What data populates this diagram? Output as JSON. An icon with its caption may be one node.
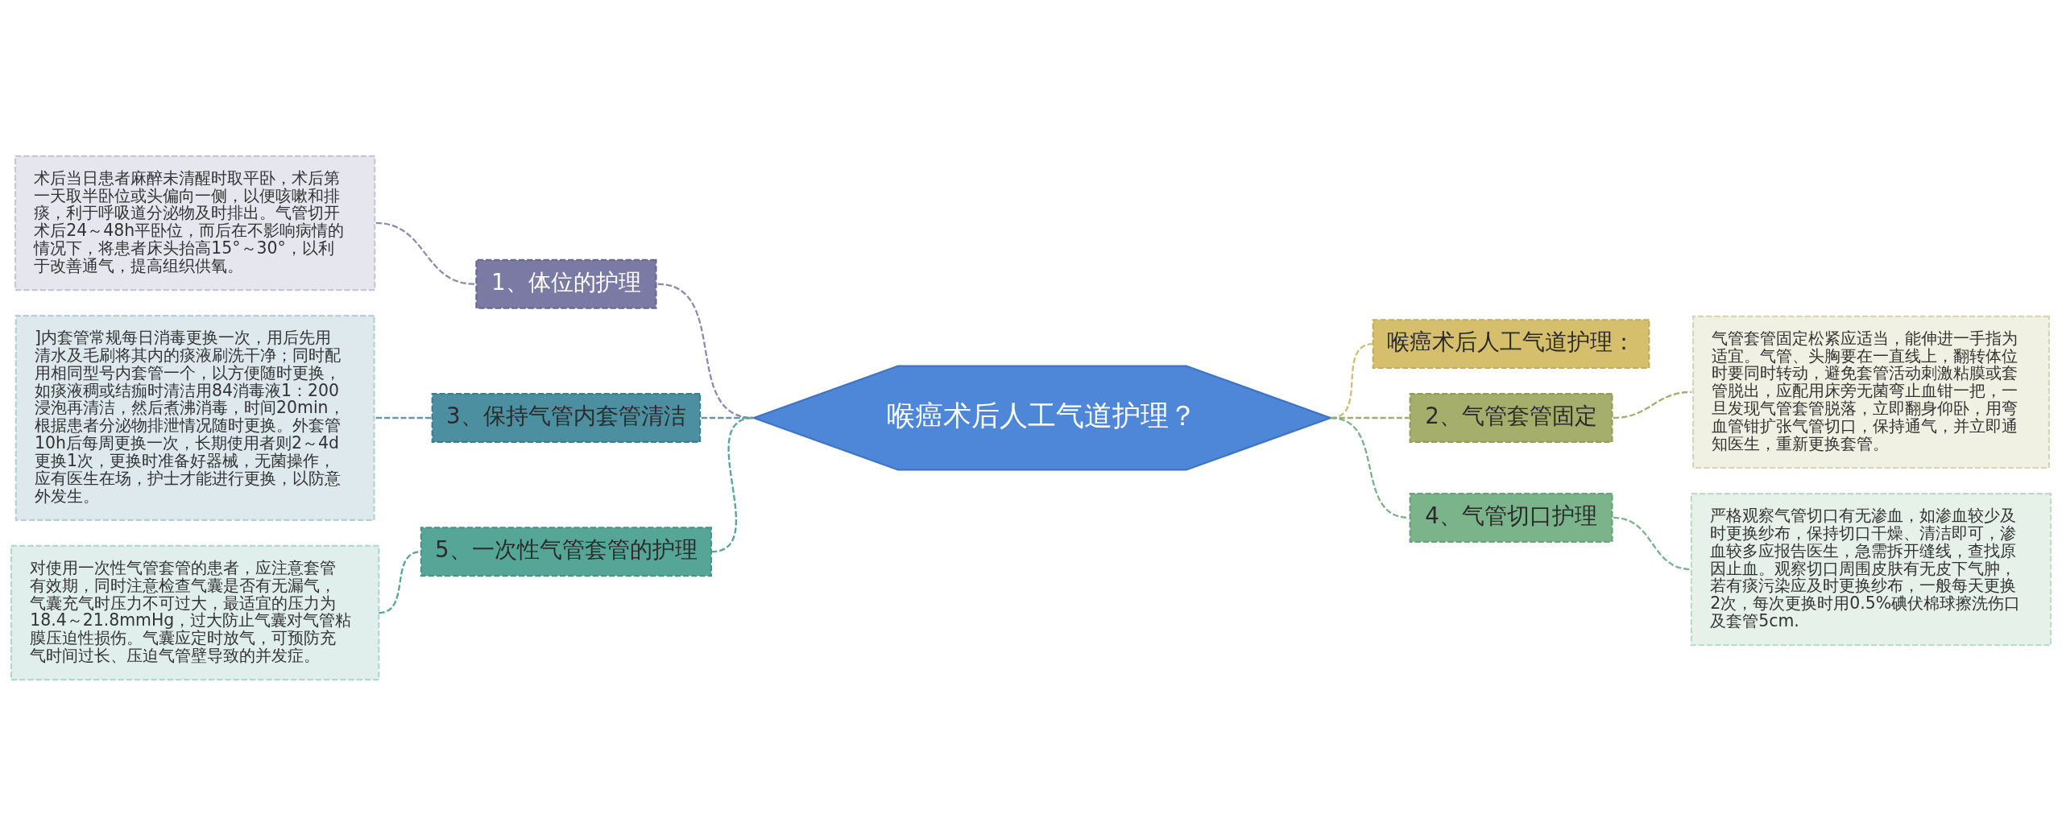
{
  "diagram": {
    "nodes": [
      {
        "text": [
          "喉癌术后人工气道护理？"
        ]
      },
      {
        "text": [
          "1、体位的护理"
        ]
      },
      {
        "text": [
          "术后当日患者麻醉未清醒时取平卧，术后第一天取半卧位或头偏向一侧，以便咳嗽和排痰，利于呼吸道分泌物及时排出。气管切开术后24～48h平卧位，而后在不影响病情的情况下，将患者床头抬高15°～30°，以利于改善通气，提高组织供氧。"
        ]
      },
      {
        "text": [
          "3、保持气管内套管清洁"
        ]
      },
      {
        "text": [
          "]内套管常规每日消毒更换一次，用后先用清水及毛刷将其内的痰液刷洗干净；同时配用相同型号内套管一个，以方便随时更换，如痰液稠或结痂时清洁用84消毒液1：200浸泡再清洁，然后煮沸消毒，时间20min，根据患者分泌物排泄情况随时更换。外套管10h后每周更换一次，长期使用者则2～4d更换1次，更换时准备好器械，无菌操作，应有医生在场，护士才能进行更换，以防意外发生。"
        ]
      },
      {
        "text": [
          "5、一次性气管套管的护理"
        ]
      },
      {
        "text": [
          "对使用一次性气管套管的患者，应注意套管有效期，同时注意检查气囊是否有无漏气，气囊充气时压力不可过大，最适宜的压力为18.4～21.8mmHg，过大防止气囊对气管粘膜压迫性损伤。气囊应定时放气，可预防充气时间过长、压迫气管壁导致的并发症。"
        ]
      },
      {
        "text": [
          "喉癌术后人工气道护理："
        ]
      },
      {
        "text": [
          "2、气管套管固定"
        ]
      },
      {
        "text": [
          "气管套管固定松紧应适当，能伸进一手指为适宜。气管、头胸要在一直线上，翻转体位时要同时转动，避免套管活动刺激粘膜或套管脱出，应配用床旁无菌弯止血钳一把，一旦发现气管套管脱落，立即翻身仰卧，用弯血管钳扩张气管切口，保持通气，并立即通知医生，重新更换套管。"
        ]
      },
      {
        "text": [
          "4、气管切口护理"
        ]
      },
      {
        "text": [
          "严格观察气管切口有无渗血，如渗血较少及时更换纱布，保持切口干燥、清洁即可，渗血较多应报告医生，急需拆开缝线，查找原因止血。观察切口周围皮肤有无皮下气肿，若有痰污染应及时更换纱布，一般每天更换2次，每次更换时用0.5%碘伏棉球擦洗伤口及套管5cm."
        ]
      }
    ],
    "edges": [
      {
        "from": 0,
        "to": 1,
        "arrow": "none",
        "style": "dashed",
        "color": "#8c8cb0"
      },
      {
        "from": 1,
        "to": 2,
        "arrow": "none",
        "style": "dashed",
        "color": "#8c8cb0"
      },
      {
        "from": 0,
        "to": 3,
        "arrow": "none",
        "style": "dashed",
        "color": "#5d9aab"
      },
      {
        "from": 3,
        "to": 4,
        "arrow": "none",
        "style": "dashed",
        "color": "#5d9aab"
      },
      {
        "from": 0,
        "to": 5,
        "arrow": "none",
        "style": "dashed",
        "color": "#5aa595"
      },
      {
        "from": 5,
        "to": 6,
        "arrow": "none",
        "style": "dashed",
        "color": "#5aa595"
      },
      {
        "from": 0,
        "to": 7,
        "arrow": "none",
        "style": "dashed",
        "color": "#c9c27a"
      },
      {
        "from": 0,
        "to": 8,
        "arrow": "none",
        "style": "dashed",
        "color": "#a5ad6a"
      },
      {
        "from": 8,
        "to": 9,
        "arrow": "none",
        "style": "dashed",
        "color": "#a5ad6a"
      },
      {
        "from": 0,
        "to": 10,
        "arrow": "none",
        "style": "dashed",
        "color": "#7ab38a"
      },
      {
        "from": 10,
        "to": 11,
        "arrow": "none",
        "style": "dashed",
        "color": "#7ab38a"
      }
    ]
  }
}
